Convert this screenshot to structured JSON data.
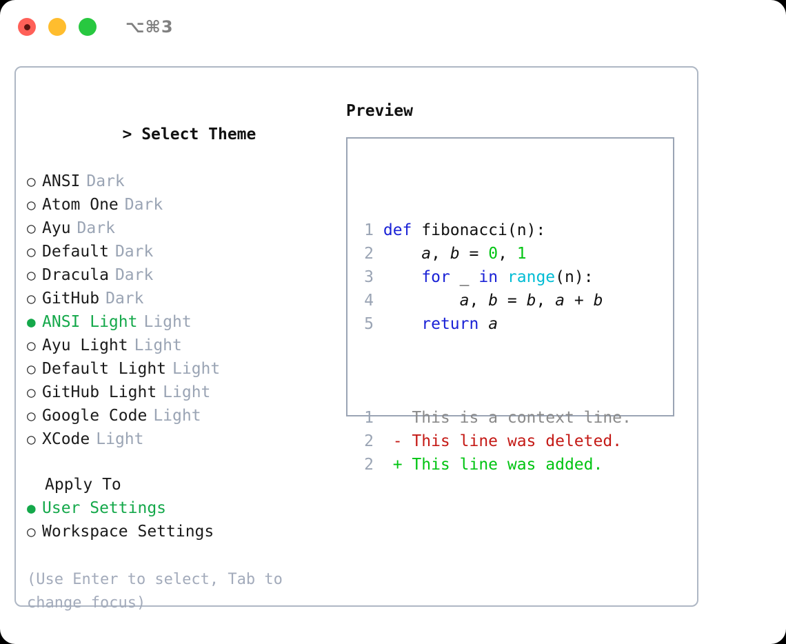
{
  "titlebar": {
    "shortcut": "⌥⌘3",
    "buttons": [
      {
        "name": "close",
        "color": "#ff6058"
      },
      {
        "name": "minimize",
        "color": "#ffbd2e"
      },
      {
        "name": "maximize",
        "color": "#28c840"
      }
    ]
  },
  "theme_panel": {
    "heading": "> Select Theme",
    "caret": ">",
    "heading_text": "Select Theme",
    "selected_bullet": "●",
    "unselected_bullet": "○",
    "accent_color": "#14a84a",
    "muted_color": "#9aa4b4",
    "themes": [
      {
        "label": "ANSI",
        "tag": "Dark",
        "selected": false
      },
      {
        "label": "Atom One",
        "tag": "Dark",
        "selected": false
      },
      {
        "label": "Ayu",
        "tag": "Dark",
        "selected": false
      },
      {
        "label": "Default",
        "tag": "Dark",
        "selected": false
      },
      {
        "label": "Dracula",
        "tag": "Dark",
        "selected": false
      },
      {
        "label": "GitHub",
        "tag": "Dark",
        "selected": false
      },
      {
        "label": "ANSI Light",
        "tag": "Light",
        "selected": true
      },
      {
        "label": "Ayu Light",
        "tag": "Light",
        "selected": false
      },
      {
        "label": "Default Light",
        "tag": "Light",
        "selected": false
      },
      {
        "label": "GitHub Light",
        "tag": "Light",
        "selected": false
      },
      {
        "label": "Google Code",
        "tag": "Light",
        "selected": false
      },
      {
        "label": "XCode",
        "tag": "Light",
        "selected": false
      }
    ]
  },
  "apply_to": {
    "heading": "Apply To",
    "options": [
      {
        "label": "User Settings",
        "selected": true
      },
      {
        "label": "Workspace Settings",
        "selected": false
      }
    ]
  },
  "hint": "(Use Enter to select, Tab to change focus)",
  "preview": {
    "heading": "Preview",
    "code_lines": [
      {
        "num": "1",
        "tokens": [
          {
            "t": "def ",
            "c": "kw"
          },
          {
            "t": "fibonacci(n):",
            "c": "plain"
          }
        ]
      },
      {
        "num": "2",
        "tokens": [
          {
            "t": "    ",
            "c": "plain"
          },
          {
            "t": "a",
            "c": "var"
          },
          {
            "t": ", ",
            "c": "plain"
          },
          {
            "t": "b",
            "c": "var"
          },
          {
            "t": " = ",
            "c": "plain"
          },
          {
            "t": "0",
            "c": "num"
          },
          {
            "t": ", ",
            "c": "plain"
          },
          {
            "t": "1",
            "c": "num"
          }
        ]
      },
      {
        "num": "3",
        "tokens": [
          {
            "t": "    ",
            "c": "plain"
          },
          {
            "t": "for",
            "c": "kw"
          },
          {
            "t": " _ ",
            "c": "plain"
          },
          {
            "t": "in",
            "c": "kw"
          },
          {
            "t": " ",
            "c": "plain"
          },
          {
            "t": "range",
            "c": "fn"
          },
          {
            "t": "(n):",
            "c": "plain"
          }
        ]
      },
      {
        "num": "4",
        "tokens": [
          {
            "t": "        ",
            "c": "plain"
          },
          {
            "t": "a",
            "c": "var"
          },
          {
            "t": ", ",
            "c": "plain"
          },
          {
            "t": "b",
            "c": "var"
          },
          {
            "t": " = ",
            "c": "plain"
          },
          {
            "t": "b",
            "c": "var"
          },
          {
            "t": ", ",
            "c": "plain"
          },
          {
            "t": "a",
            "c": "var"
          },
          {
            "t": " + ",
            "c": "plain"
          },
          {
            "t": "b",
            "c": "var"
          }
        ]
      },
      {
        "num": "5",
        "tokens": [
          {
            "t": "    ",
            "c": "plain"
          },
          {
            "t": "return",
            "c": "kw"
          },
          {
            "t": " ",
            "c": "plain"
          },
          {
            "t": "a",
            "c": "var"
          }
        ]
      }
    ],
    "diff_lines": [
      {
        "num": "1",
        "marker": " ",
        "text": "This is a context line.",
        "kind": "ctx"
      },
      {
        "num": "2",
        "marker": "-",
        "text": "This line was deleted.",
        "kind": "del"
      },
      {
        "num": "2",
        "marker": "+",
        "text": "This line was added.",
        "kind": "add"
      }
    ],
    "colors": {
      "keyword": "#1a22d6",
      "function": "#00bcd4",
      "number": "#00c412",
      "line_number": "#9aa4b4",
      "diff_context": "#8a8a8a",
      "diff_deleted": "#c41a16",
      "diff_added": "#00c412"
    }
  }
}
